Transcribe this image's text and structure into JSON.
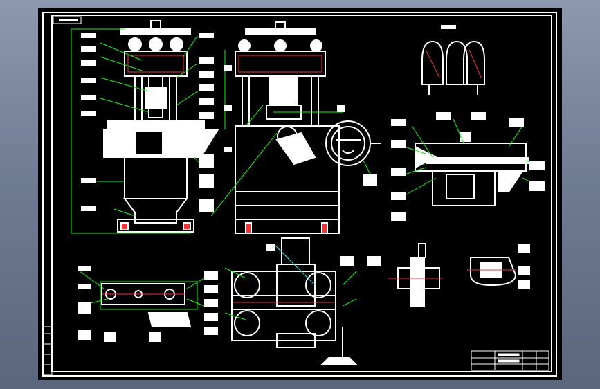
{
  "viewer": {
    "background": "#000000",
    "frame_color": "#ffffff",
    "dimension_color": "#00ff00",
    "center_line_color": "#ff3030",
    "accent_color": "#00ffff",
    "selection_color": "#ffff00"
  },
  "drawing": {
    "title_block_visible": true,
    "views": [
      "front-elevation",
      "side-elevation",
      "top-detail",
      "section-detail",
      "plan-view",
      "small-detail-a",
      "small-detail-b",
      "small-detail-c"
    ]
  }
}
